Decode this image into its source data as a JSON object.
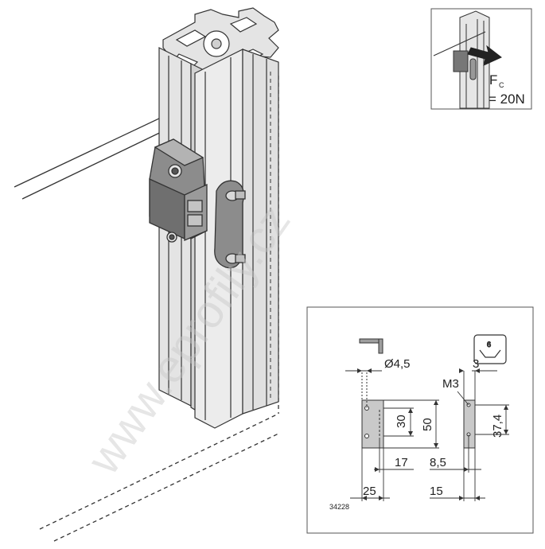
{
  "watermark": "www.eprofily.cz",
  "inset": {
    "force_symbol": "F",
    "force_subscript": "C",
    "force_value": "= 20N"
  },
  "drawing": {
    "slot_size": "6",
    "diameter": "Ø4,5",
    "thread": "M3",
    "dim_3": "3",
    "dim_30": "30",
    "dim_50": "50",
    "dim_37_4": "37,4",
    "dim_17": "17",
    "dim_25": "25",
    "dim_8_5": "8,5",
    "dim_15": "15",
    "part_number": "34228"
  },
  "colors": {
    "line": "#333333",
    "profile": "#e4e4e4",
    "profile_dark": "#bdbdbd",
    "part": "#8c8c8c",
    "part_dark": "#5f5f5f",
    "arrow": "#222222"
  }
}
